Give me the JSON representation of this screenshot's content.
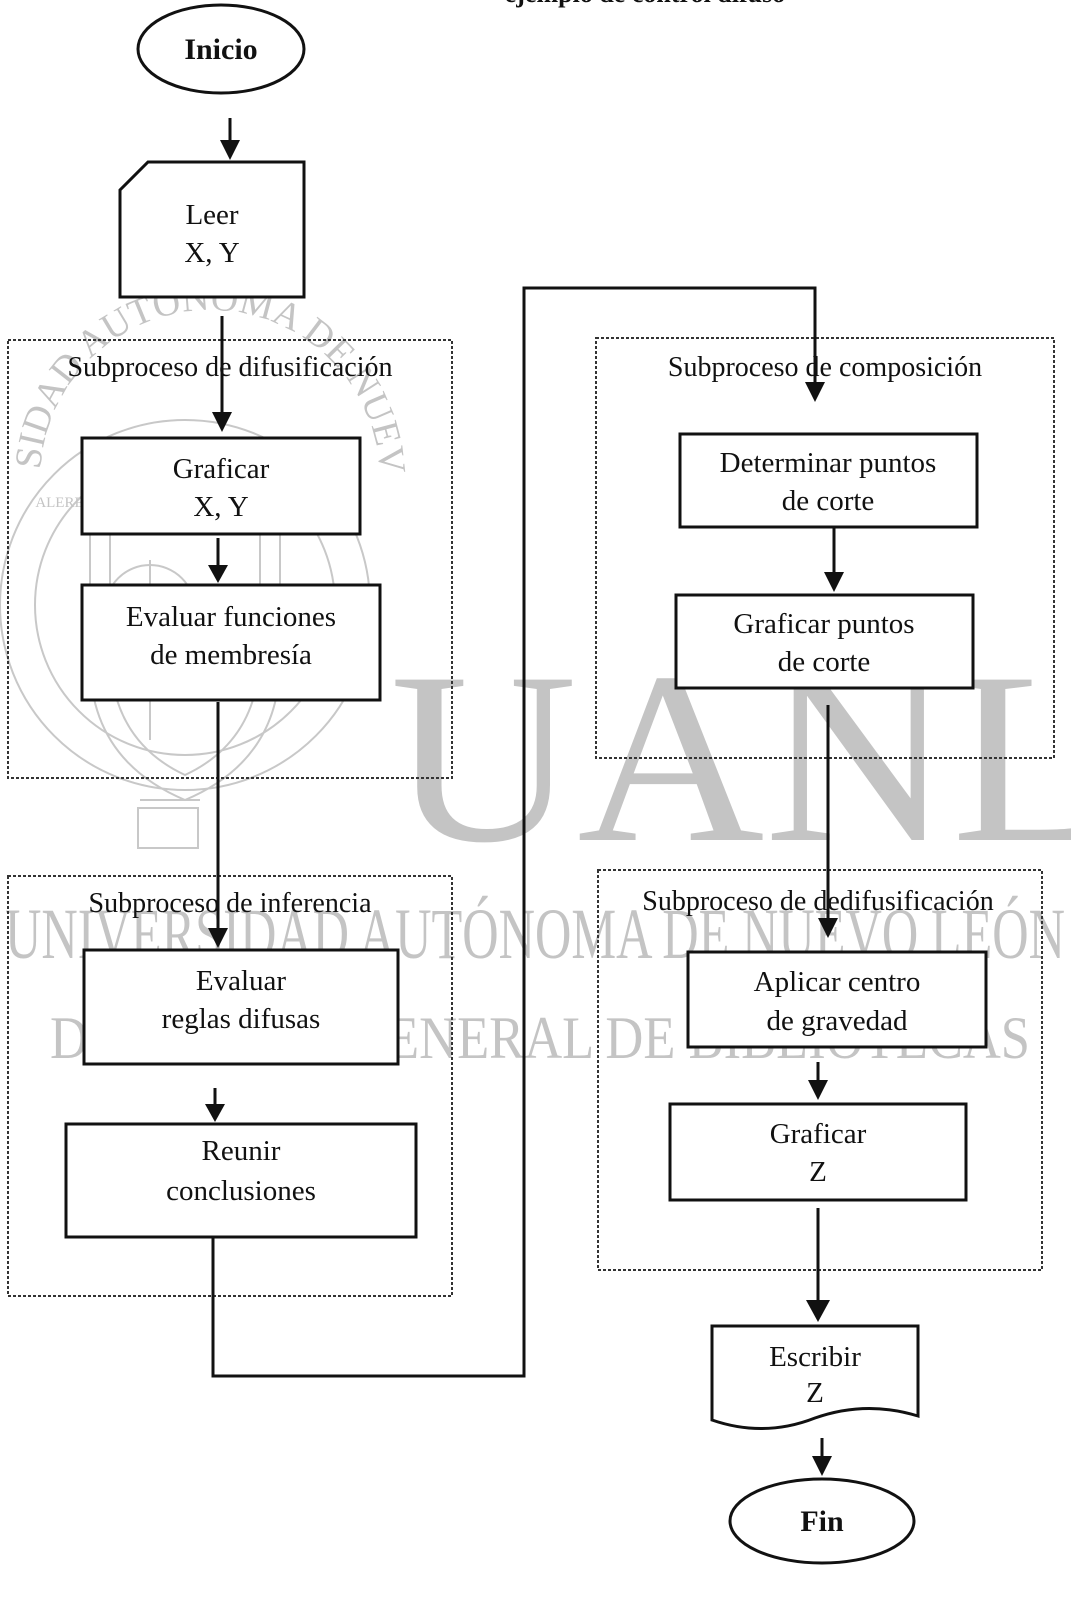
{
  "header_fragment": "ejemplo de control difuso",
  "groups": {
    "fuzzification": "Subproceso de difusificación",
    "inference": "Subproceso de inferencia",
    "composition": "Subproceso de composición",
    "defuzzification": "Subproceso de dedifusificación"
  },
  "nodes": {
    "start": "Inicio",
    "read_1": "Leer",
    "read_2": "X, Y",
    "plot_xy_1": "Graficar",
    "plot_xy_2": "X, Y",
    "membership_1": "Evaluar funciones",
    "membership_2": "de membresía",
    "rules_1": "Evaluar",
    "rules_2": "reglas difusas",
    "conclusions_1": "Reunir",
    "conclusions_2": "conclusiones",
    "cut_points_1": "Determinar puntos",
    "cut_points_2": "de corte",
    "plot_cut_1": "Graficar puntos",
    "plot_cut_2": "de corte",
    "centroid_1": "Aplicar centro",
    "centroid_2": "de gravedad",
    "plot_z_1": "Graficar",
    "plot_z_2": "Z",
    "write_1": "Escribir",
    "write_2": "Z",
    "end": "Fin"
  },
  "watermark": {
    "seal_top": "UNIVERSIDAD AUTÓNOMA DE NUEVO LEÓN",
    "seal_motto": "ALERE FLAMMAM VERITATIS",
    "big_letters": "UANL",
    "line_1": "UNIVERSIDAD AUTÓNOMA DE NUEVO LEÓN",
    "line_2": "DIRECCIÓN GENERAL DE BIBLIOTECAS"
  }
}
